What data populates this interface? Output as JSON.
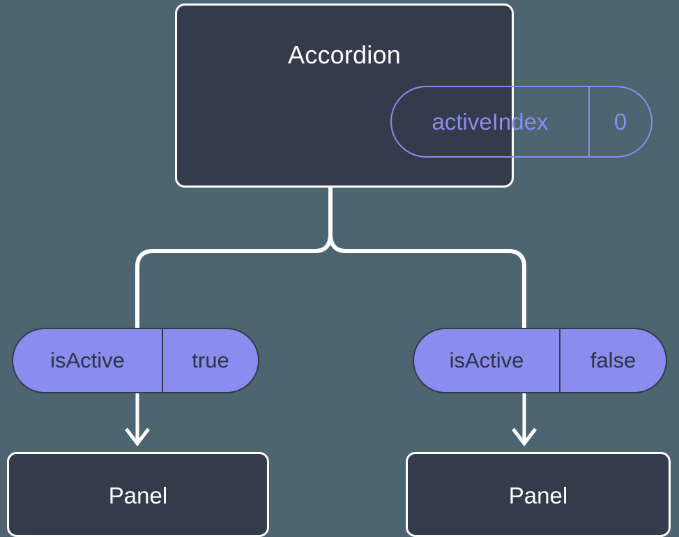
{
  "diagram": {
    "background_color": "#4c6570",
    "card_fill": "#343b4a",
    "card_border": "#ffffff",
    "accent_purple": "#8b8cf0",
    "pill_text_dark": "#2f3543",
    "parent": {
      "title": "Accordion",
      "state_pill": {
        "key": "activeIndex",
        "value": "0"
      }
    },
    "branches": [
      {
        "side": "left",
        "prop_pill": {
          "key": "isActive",
          "value": "true"
        },
        "child": {
          "title": "Panel"
        }
      },
      {
        "side": "right",
        "prop_pill": {
          "key": "isActive",
          "value": "false"
        },
        "child": {
          "title": "Panel"
        }
      }
    ]
  }
}
